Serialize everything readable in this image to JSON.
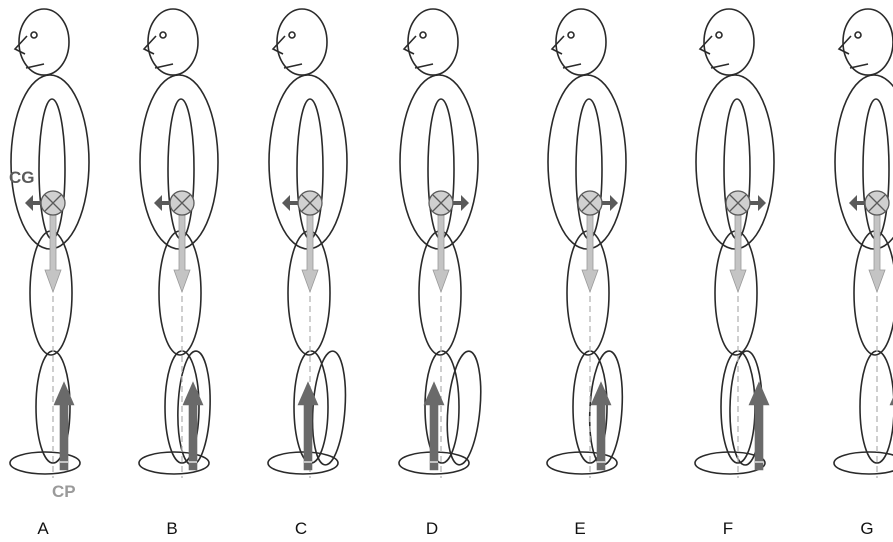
{
  "labels": {
    "cg": "CG",
    "cp": "CP"
  },
  "figures": [
    {
      "label": "A",
      "cg_shift": 0,
      "cg_force_dir": "left",
      "cp_shift": 0,
      "forward_leg_lean": 0
    },
    {
      "label": "B",
      "cg_shift": 0,
      "cg_force_dir": "left",
      "cp_shift": 0,
      "forward_leg_lean": 0.35
    },
    {
      "label": "C",
      "cg_shift": -1,
      "cg_force_dir": "left",
      "cp_shift": -14,
      "forward_leg_lean": 0.65
    },
    {
      "label": "D",
      "cg_shift": -1,
      "cg_force_dir": "right",
      "cp_shift": -19,
      "forward_leg_lean": 0.85
    },
    {
      "label": "E",
      "cg_shift": 0,
      "cg_force_dir": "right",
      "cp_shift": 0,
      "forward_leg_lean": 0.55
    },
    {
      "label": "F",
      "cg_shift": 0,
      "cg_force_dir": "right",
      "cp_shift": 10,
      "forward_leg_lean": 0.15
    },
    {
      "label": "G",
      "cg_shift": 0,
      "cg_force_dir": "left",
      "cp_shift": 12,
      "forward_leg_lean": 0
    }
  ],
  "colors": {
    "outline": "#2a2a2a",
    "cg_label": "#5a5a5a",
    "cp_label": "#9a9a9a",
    "gravity_arrow": "#c4c4c4",
    "gravity_arrow_edge": "#9a9a9a",
    "reaction_arrow": "#6a6a6a",
    "cg_horizontal_arrow": "#5a5a5a",
    "cg_marker_fill": "#d0d0d0",
    "plumb_line": "#b5b5b5"
  }
}
